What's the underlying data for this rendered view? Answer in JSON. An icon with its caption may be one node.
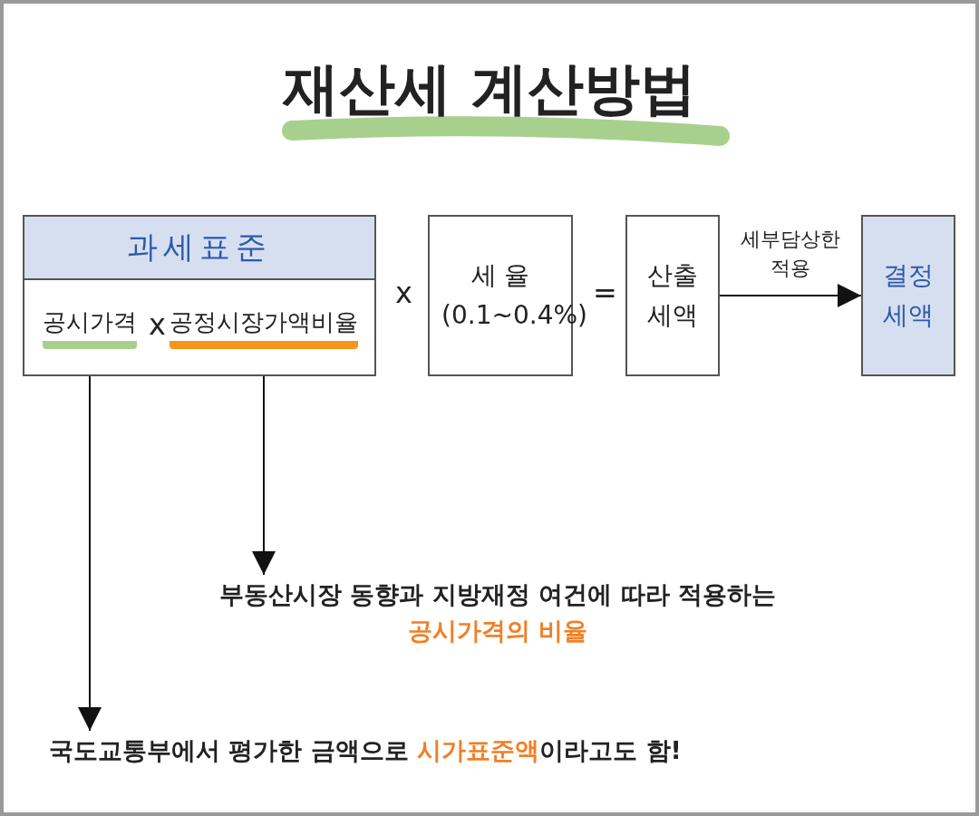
{
  "diagram": {
    "title": "재산세 계산방법",
    "nodes": [
      {
        "text": [
          "과세표준"
        ]
      },
      {
        "text": [
          "공시가격"
        ],
        "in": 0
      },
      {
        "text": [
          "공정시장가액비율"
        ],
        "in": 0
      },
      {
        "text": [
          "세 율",
          "(0.1~0.4%)"
        ]
      },
      {
        "text": [
          "산출 세액"
        ]
      },
      {
        "text": [
          "결정 세액"
        ]
      },
      {
        "text": [
          "부동산시장 동향과 지방재정 여건에 따라 적용하는 **공시가격의 비율**"
        ]
      },
      {
        "text": [
          "국도교통부에서 평가한 금액으로 **시가표준액**이라고도 함!"
        ]
      }
    ],
    "edges": [
      {
        "from": 4,
        "to": 5,
        "arrow": "to",
        "label": "세부담상한 적용"
      },
      {
        "from": 2,
        "to": 6,
        "arrow": "to"
      },
      {
        "from": 1,
        "to": 7,
        "arrow": "to"
      }
    ],
    "labels": [
      "x",
      "x",
      "="
    ]
  }
}
